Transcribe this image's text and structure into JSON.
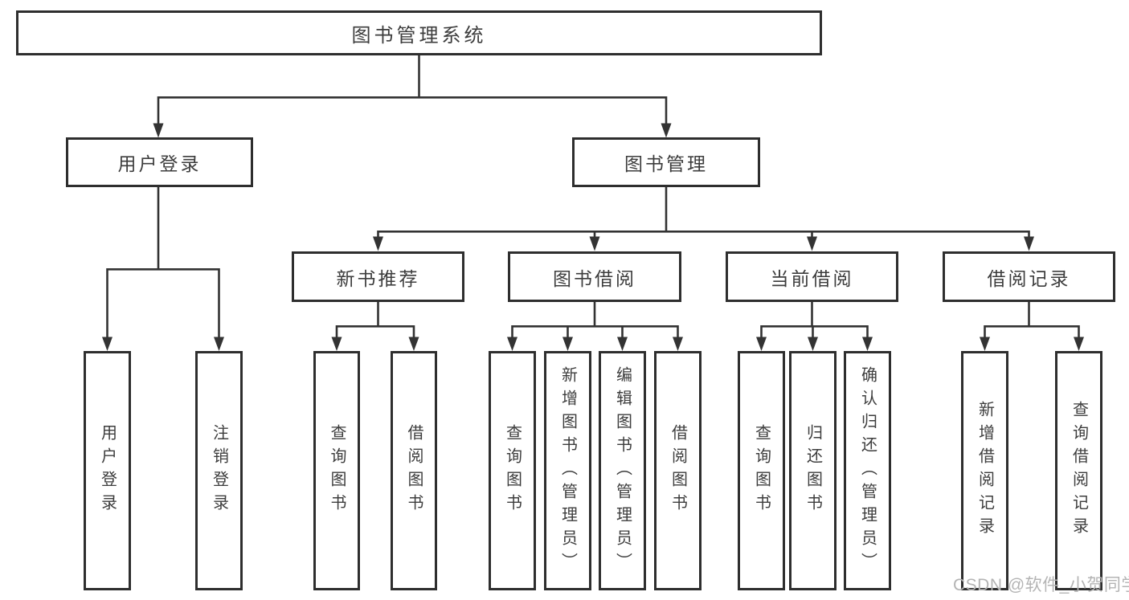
{
  "diagram": {
    "root": {
      "label": "图书管理系统"
    },
    "branches": [
      {
        "label": "用户登录",
        "children": [
          {
            "label": "用户登录"
          },
          {
            "label": "注销登录"
          }
        ]
      },
      {
        "label": "图书管理",
        "children": [
          {
            "label": "新书推荐",
            "children": [
              {
                "label": "查询图书"
              },
              {
                "label": "借阅图书"
              }
            ]
          },
          {
            "label": "图书借阅",
            "children": [
              {
                "label": "查询图书"
              },
              {
                "label": "新增图书（管理员）"
              },
              {
                "label": "编辑图书（管理员）"
              },
              {
                "label": "借阅图书"
              }
            ]
          },
          {
            "label": "当前借阅",
            "children": [
              {
                "label": "查询图书"
              },
              {
                "label": "归还图书"
              },
              {
                "label": "确认归还（管理员）"
              }
            ]
          },
          {
            "label": "借阅记录",
            "children": [
              {
                "label": "新增借阅记录"
              },
              {
                "label": "查询借阅记录"
              }
            ]
          }
        ]
      }
    ]
  },
  "watermark": {
    "text": "CSDN @软件_小贺同学",
    "color": "#b4b4b4"
  },
  "colors": {
    "background": "#ffffff",
    "line": "#333333",
    "box_border": "#2e2e2e",
    "text": "#3d3d3d"
  }
}
